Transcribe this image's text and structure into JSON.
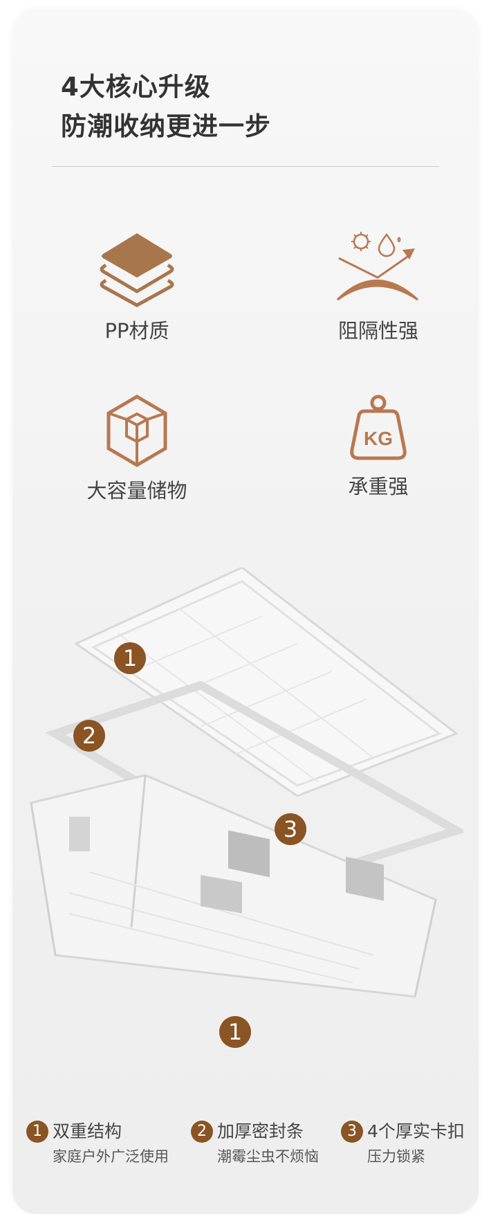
{
  "header": {
    "line1": "4大核心升级",
    "line2": "防潮收纳更进一步"
  },
  "features": [
    {
      "label": "PP材质",
      "icon": "layers-icon"
    },
    {
      "label": "阻隔性强",
      "icon": "barrier-icon"
    },
    {
      "label": "大容量储物",
      "icon": "cube-icon"
    },
    {
      "label": "承重强",
      "icon": "weight-icon",
      "icon_text": "KG"
    }
  ],
  "callouts": [
    "1",
    "2",
    "3",
    "1"
  ],
  "legend": [
    {
      "num": "1",
      "title": "双重结构",
      "sub": "家庭户外广泛使用"
    },
    {
      "num": "2",
      "title": "加厚密封条",
      "sub": "潮霉尘虫不烦恼"
    },
    {
      "num": "3",
      "title": "4个厚实卡扣",
      "sub": "压力锁紧"
    }
  ],
  "colors": {
    "accent": "#a8764c",
    "badge": "#8a5424",
    "text": "#333333"
  }
}
